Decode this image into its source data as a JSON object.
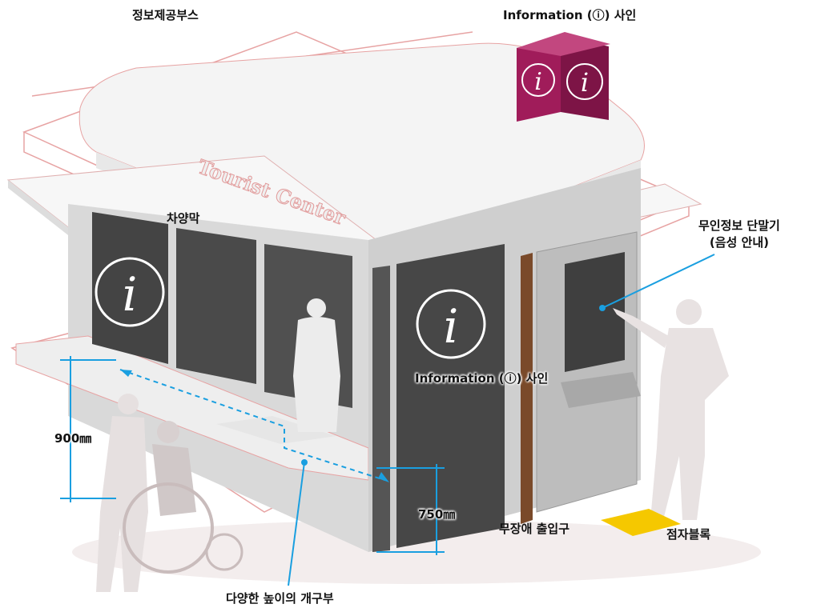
{
  "labels": {
    "booth": "정보제공부스",
    "info_sign_top": "Information (ⓘ) 사인",
    "awning": "차양막",
    "kiosk_line1": "무인정보 단말기",
    "kiosk_line2": "(음성 안내)",
    "info_sign_wall": "Information (ⓘ) 사인",
    "height_900": "900㎜",
    "height_750": "750㎜",
    "barrier_free_entrance": "무장애 출입구",
    "tactile_block": "점자블록",
    "openings": "다양한 높이의 개구부"
  },
  "building_sign": "Tourist Center",
  "info_glyph": "i",
  "colors": {
    "accent_line": "#1a9fe0",
    "outline": "#e7a3a3",
    "info_cube": "#a01c5a",
    "tactile_block": "#f5c800",
    "glass": "#444444",
    "door_frame": "#7a4a2a"
  }
}
